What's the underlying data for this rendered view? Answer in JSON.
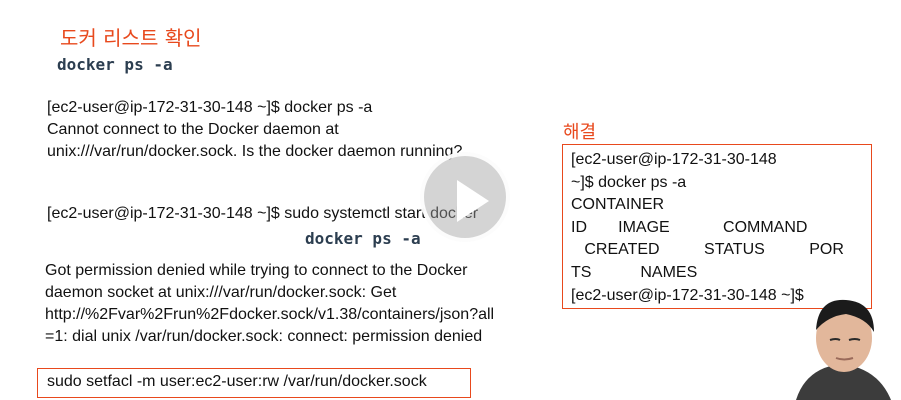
{
  "slide": {
    "title": "도커 리스트 확인",
    "command_top": "docker ps -a",
    "error_block_1": [
      "[ec2-user@ip-172-31-30-148 ~]$ docker ps -a",
      "Cannot connect to the Docker daemon at",
      "unix:///var/run/docker.sock. Is the docker daemon running?"
    ],
    "error_block_2_line": "[ec2-user@ip-172-31-30-148 ~]$ sudo systemctl start docker",
    "command_mid": "docker ps -a",
    "error_block_3": [
      "Got permission denied while trying to connect to the Docker",
      "daemon socket at unix:///var/run/docker.sock: Get",
      "http://%2Fvar%2Frun%2Fdocker.sock/v1.38/containers/json?all",
      "=1: dial unix /var/run/docker.sock: connect: permission denied"
    ],
    "fix_command": "sudo setfacl -m user:ec2-user:rw /var/run/docker.sock",
    "solution_label": "해결",
    "solution_lines": [
      "[ec2-user@ip-172-31-30-148",
      "~]$ docker ps -a",
      "CONTAINER",
      "ID       IMAGE            COMMAND",
      "   CREATED          STATUS          POR",
      "TS           NAMES",
      "[ec2-user@ip-172-31-30-148 ~]$"
    ]
  },
  "player": {
    "play_icon": "play-icon"
  },
  "colors": {
    "accent": "#e8491d",
    "code": "#2c3e50"
  }
}
